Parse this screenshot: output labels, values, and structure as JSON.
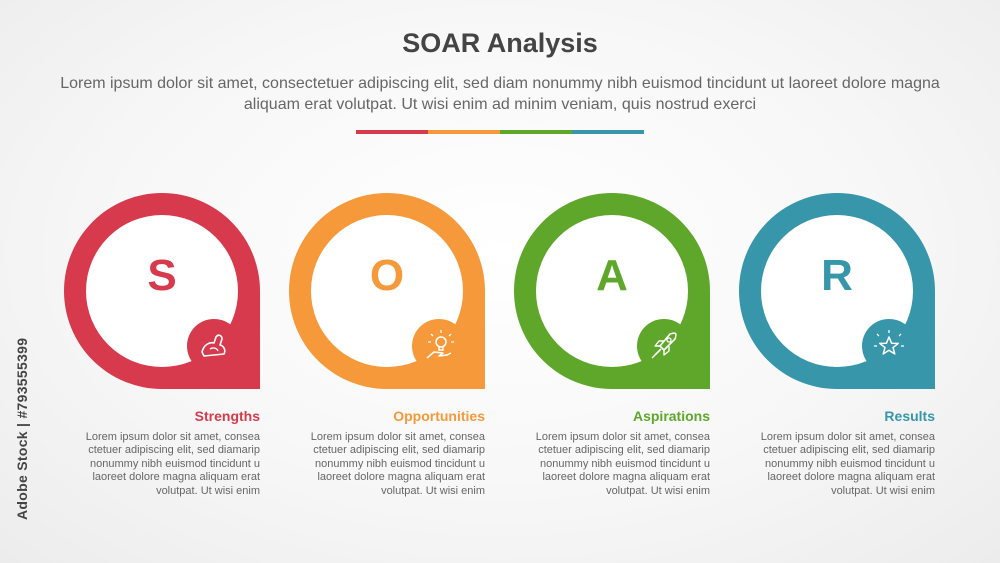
{
  "header": {
    "title": "SOAR Analysis",
    "subtitle": "Lorem ipsum dolor sit amet, consectetuer adipiscing elit, sed diam nonummy nibh euismod tincidunt ut laoreet dolore magna aliquam erat volutpat. Ut wisi enim ad minim veniam, quis nostrud exerci"
  },
  "divider_colors": [
    "#d63a4c",
    "#f5993a",
    "#5ea72a",
    "#3796aa"
  ],
  "items": [
    {
      "letter": "S",
      "label": "Strengths",
      "color": "#d63a4c",
      "icon": "flexed-arm-icon",
      "text": "Lorem ipsum dolor sit amet, consea ctetuer adipiscing elit, sed diamarip nonummy nibh euismod tincidunt u laoreet dolore magna aliquam erat volutpat. Ut wisi enim"
    },
    {
      "letter": "O",
      "label": "Opportunities",
      "color": "#f5993a",
      "icon": "lightbulb-hand-icon",
      "text": "Lorem ipsum dolor sit amet, consea ctetuer adipiscing elit, sed diamarip nonummy nibh euismod tincidunt u laoreet dolore magna aliquam erat volutpat. Ut wisi enim"
    },
    {
      "letter": "A",
      "label": "Aspirations",
      "color": "#5ea72a",
      "icon": "rocket-icon",
      "text": "Lorem ipsum dolor sit amet, consea ctetuer adipiscing elit, sed diamarip nonummy nibh euismod tincidunt u laoreet dolore magna aliquam erat volutpat. Ut wisi enim"
    },
    {
      "letter": "R",
      "label": "Results",
      "color": "#3796aa",
      "icon": "star-icon",
      "text": "Lorem ipsum dolor sit amet, consea ctetuer adipiscing elit, sed diamarip nonummy nibh euismod tincidunt u laoreet dolore magna aliquam erat volutpat. Ut wisi enim"
    }
  ],
  "watermark": "Adobe Stock | #793555399"
}
